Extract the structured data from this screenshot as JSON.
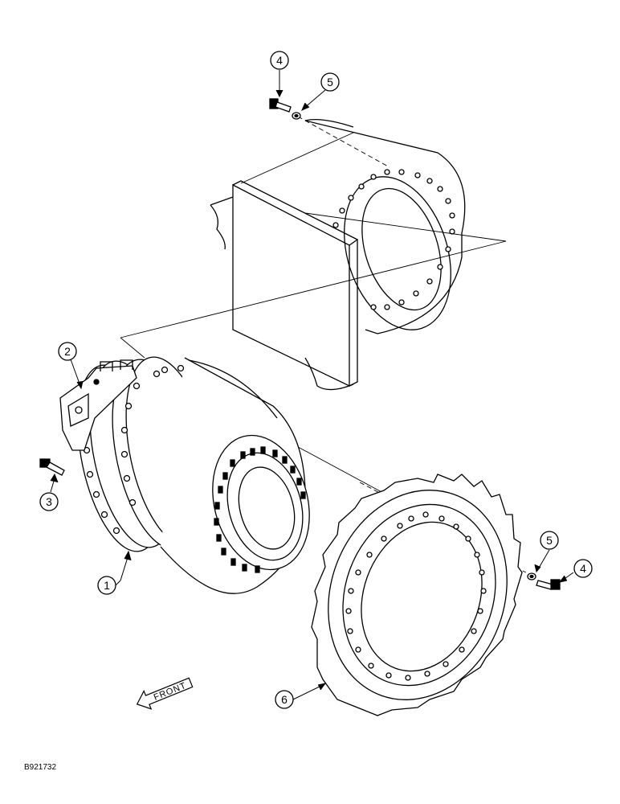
{
  "figure_code": "B921732",
  "front_label": "FRONT",
  "callouts": {
    "c1": "1",
    "c2": "2",
    "c3": "3",
    "c4_top": "4",
    "c5_top": "5",
    "c4_right": "4",
    "c5_right": "5",
    "c6": "6"
  }
}
